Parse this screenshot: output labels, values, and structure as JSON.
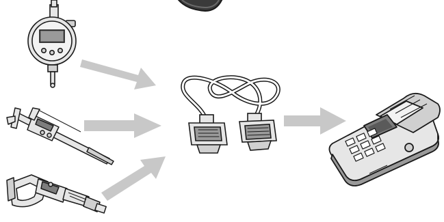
{
  "diagram": {
    "sources": [
      {
        "name": "digital-dial-indicator",
        "icon": "dial-indicator-icon"
      },
      {
        "name": "caliper",
        "icon": "caliper-icon"
      },
      {
        "name": "micrometer",
        "icon": "micrometer-icon"
      }
    ],
    "hub": {
      "name": "data-cable",
      "icon": "cable-connector-icon"
    },
    "target": {
      "name": "data-printer",
      "icon": "printer-icon"
    },
    "colors": {
      "arrow": "#c8c8c8",
      "outline": "#1a1a1a",
      "body": "#e6e6e6",
      "shade": "#9a9a9a",
      "screen": "#7d7d7d",
      "top_device": "#3a3a3a"
    }
  }
}
